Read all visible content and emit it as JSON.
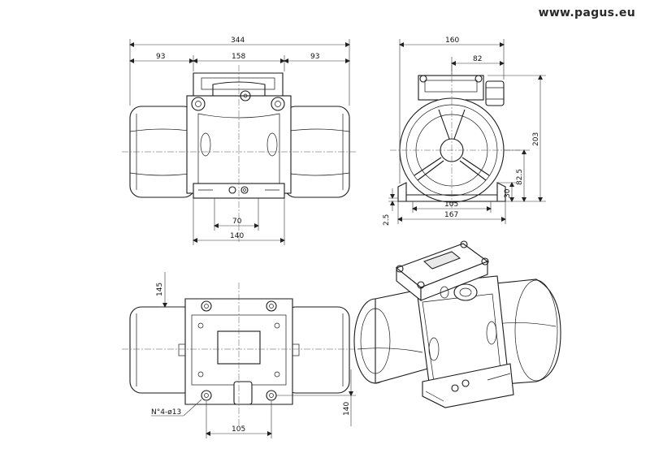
{
  "header": {
    "website": "www.pagus.eu"
  },
  "front_view": {
    "overall_width": "344",
    "left_offset": "93",
    "center_width": "158",
    "right_offset": "93",
    "foot_inner": "70",
    "foot_outer": "140"
  },
  "side_view": {
    "overall_width": "160",
    "half_width": "82",
    "height": "203",
    "axis_height": "82.5",
    "foot_height": "30",
    "foot_spacing": "105",
    "base_width": "167",
    "base_thickness": "2.5"
  },
  "top_view": {
    "depth": "145",
    "holes": "N°4-ø13",
    "hole_spacing_x": "105",
    "hole_spacing_y": "140"
  }
}
